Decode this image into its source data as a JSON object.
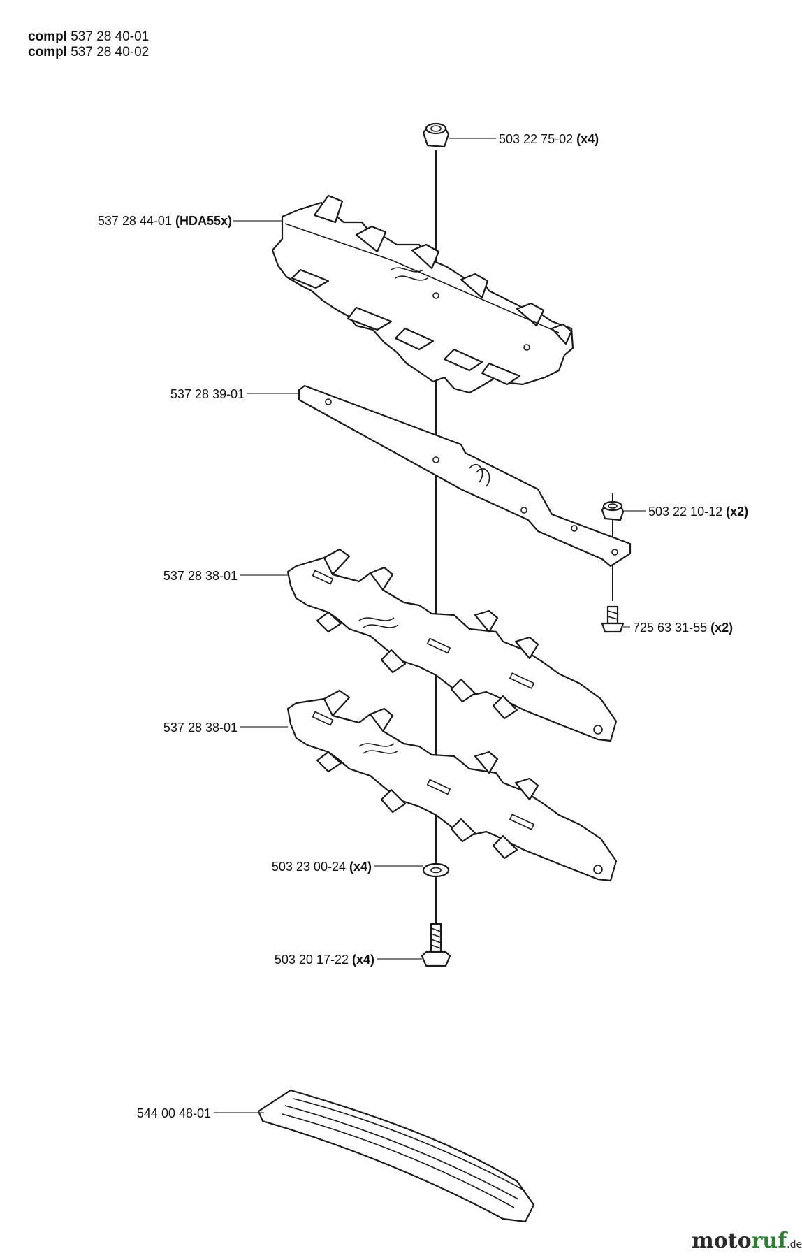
{
  "header": {
    "lines": [
      {
        "prefix": "compl",
        "number": "537 28 40-01"
      },
      {
        "prefix": "compl",
        "number": "537 28 40-02"
      }
    ]
  },
  "parts": [
    {
      "id": "nut",
      "number": "503 22 75-02",
      "note": "(x4)"
    },
    {
      "id": "upper-blade",
      "number": "537 28 44-01",
      "note": "(HDA55x)"
    },
    {
      "id": "guide-bar",
      "number": "537 28 39-01",
      "note": ""
    },
    {
      "id": "side-nut",
      "number": "503 22 10-12",
      "note": "(x2)"
    },
    {
      "id": "blade-a",
      "number": "537 28 38-01",
      "note": ""
    },
    {
      "id": "screw",
      "number": "725 63 31-55",
      "note": "(x2)"
    },
    {
      "id": "blade-b",
      "number": "537 28 38-01",
      "note": ""
    },
    {
      "id": "washer",
      "number": "503 23 00-24",
      "note": "(x4)"
    },
    {
      "id": "bolt",
      "number": "503 20 17-22",
      "note": "(x4)"
    },
    {
      "id": "guard",
      "number": "544 00 48-01",
      "note": ""
    }
  ],
  "watermark": {
    "part1": "moto",
    "part2": "ruf",
    "suffix": ".de"
  }
}
